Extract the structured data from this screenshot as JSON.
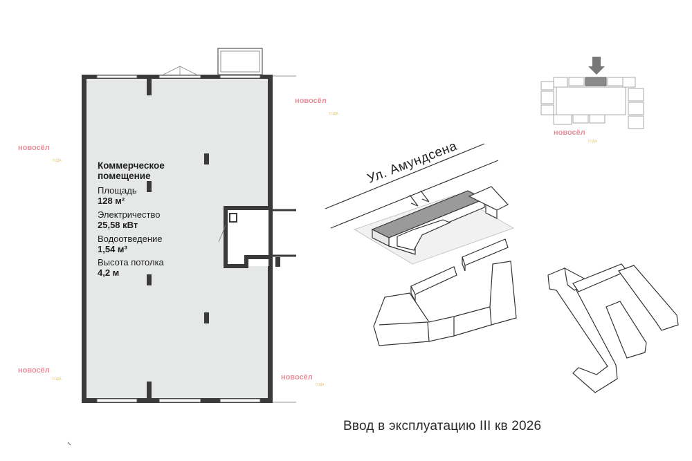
{
  "room": {
    "title": "Коммерческое помещение",
    "area_label": "Площадь",
    "area_value": "128 м²",
    "power_label": "Электричество",
    "power_value": "25,58 кВт",
    "drain_label": "Водоотведение",
    "drain_value": "1,54 м³",
    "ceiling_label": "Высота потолка",
    "ceiling_value": "4,2 м"
  },
  "street": {
    "name": "Ул. Амундсена"
  },
  "footer": {
    "text": "Ввод в эксплуатацию III кв 2026"
  },
  "watermark": {
    "brand": "новосёл",
    "badge": "ГОДА"
  },
  "colors": {
    "wall": "#3a3a3a",
    "floor": "#e6e8e8",
    "highlight": "#9a9a9a",
    "logo": "#e06a7a"
  }
}
